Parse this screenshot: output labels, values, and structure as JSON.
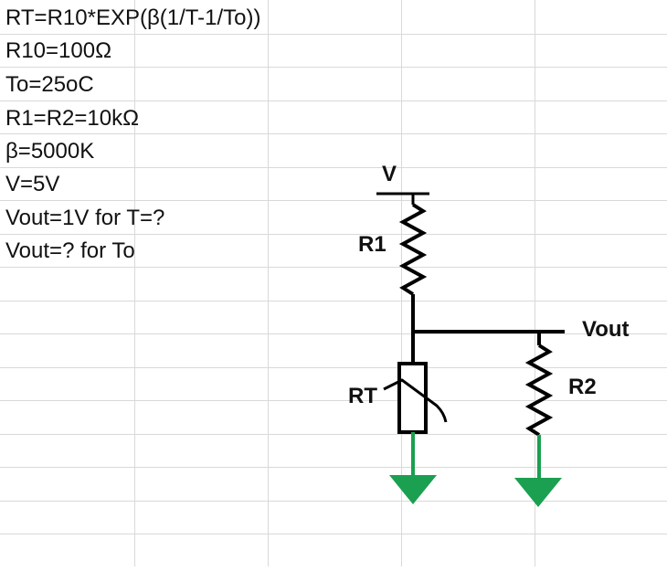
{
  "sheet": {
    "gridline_color": "#d9d9d9",
    "lines": [
      "RT=R10*EXP(β(1/T-1/To))",
      "R10=100Ω",
      "To=25oC",
      "R1=R2=10kΩ",
      "β=5000K",
      "V=5V",
      "Vout=1V for T=?",
      "Vout=? for To"
    ]
  },
  "circuit": {
    "labels": {
      "supply": "V",
      "r1": "R1",
      "r2": "R2",
      "rt": "RT",
      "output": "Vout"
    },
    "wire_color": "#000000",
    "ground_color": "#1aa050"
  }
}
